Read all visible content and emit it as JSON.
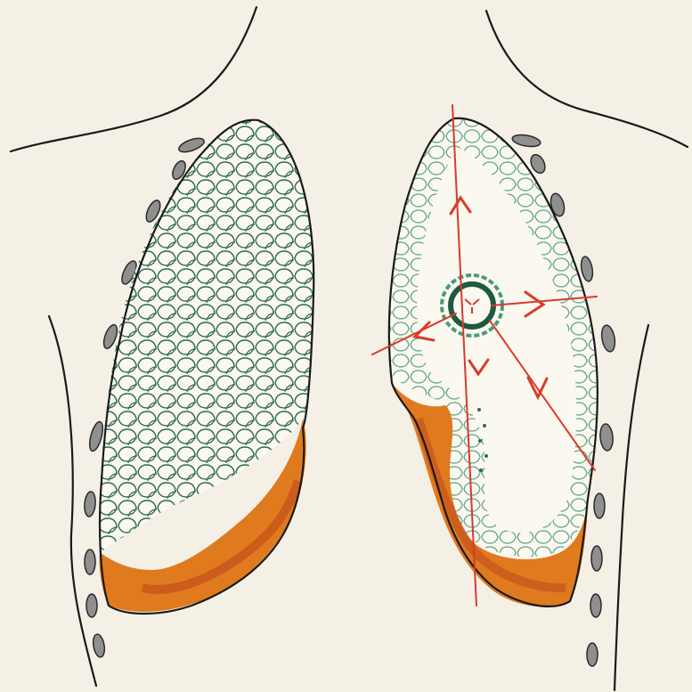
{
  "figure": {
    "subject": "lungs-with-pleural-effusion-and-central-lesion",
    "palette": {
      "paper": "#f5f0e6",
      "outline": "#1a1a1a",
      "tissue_dark": "#2f6b52",
      "tissue_light": "#4a9b7a",
      "effusion_light": "#e07a1f",
      "effusion_dark": "#b9431a",
      "arrow": "#d93a2b",
      "rib": "#8f8f8f"
    },
    "elements": {
      "body_outline": "silhouette",
      "right_lung": "diffuse-reticular-pattern",
      "left_lung": "peripheral-reticular-pattern",
      "effusions": "basal-fluid",
      "lesion": "central-round-lesion",
      "arrows": "radiating-red-arrows",
      "ribs": "rib-marks"
    }
  }
}
